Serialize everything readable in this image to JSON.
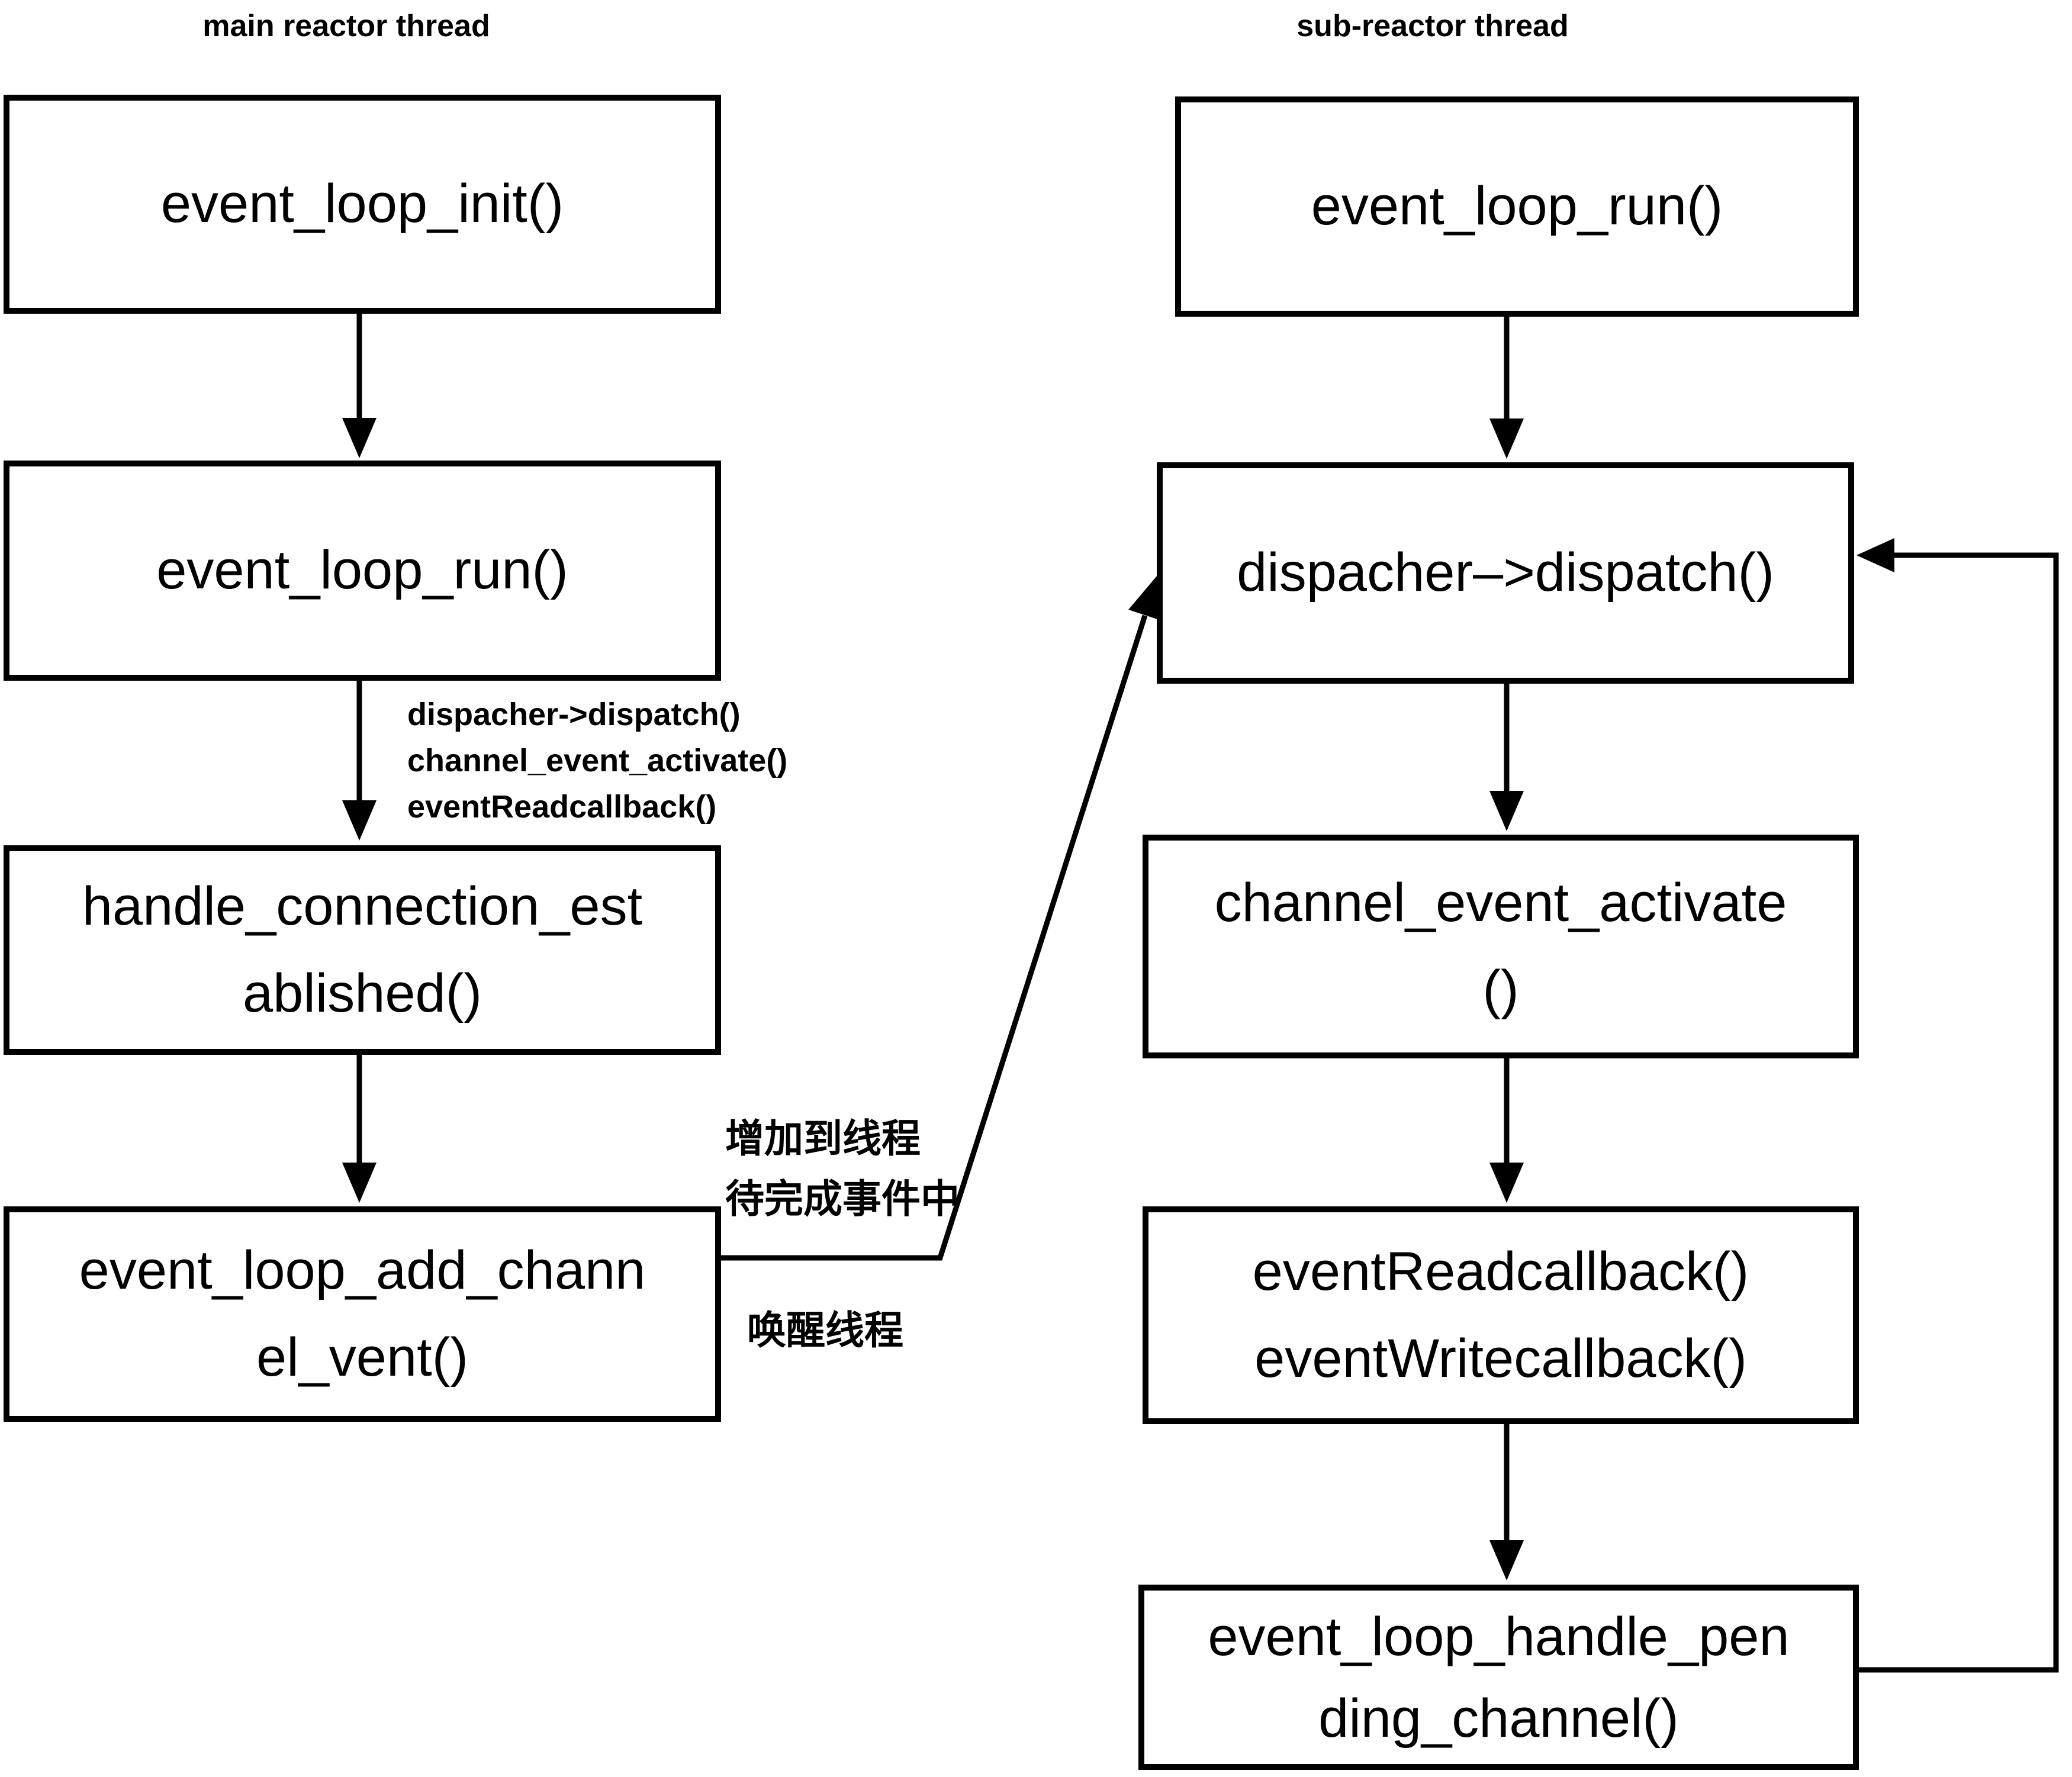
{
  "columns": {
    "main": {
      "title": "main reactor thread",
      "boxes": [
        {
          "label": "event_loop_init()"
        },
        {
          "label": "event_loop_run()"
        },
        {
          "label": "handle_connection_est\nablished()"
        },
        {
          "label": "event_loop_add_chann\nel_vent()"
        }
      ]
    },
    "sub": {
      "title": "sub-reactor thread",
      "boxes": [
        {
          "label": "event_loop_run()"
        },
        {
          "label": "dispacher–>dispatch()"
        },
        {
          "label": "channel_event_activate\n()"
        },
        {
          "label": "eventReadcallback()\neventWritecallback()"
        },
        {
          "label": "event_loop_handle_pen\nding_channel()"
        }
      ]
    }
  },
  "annotations": {
    "dispatch_chain": "dispacher->dispatch()\nchannel_event_activate()\neventReadcallback()",
    "add_to_pending": "增加到线程\n待完成事件中",
    "wake_thread": "唤醒线程"
  },
  "colors": {
    "line": "#000000",
    "background": "#ffffff",
    "text": "#000000"
  }
}
